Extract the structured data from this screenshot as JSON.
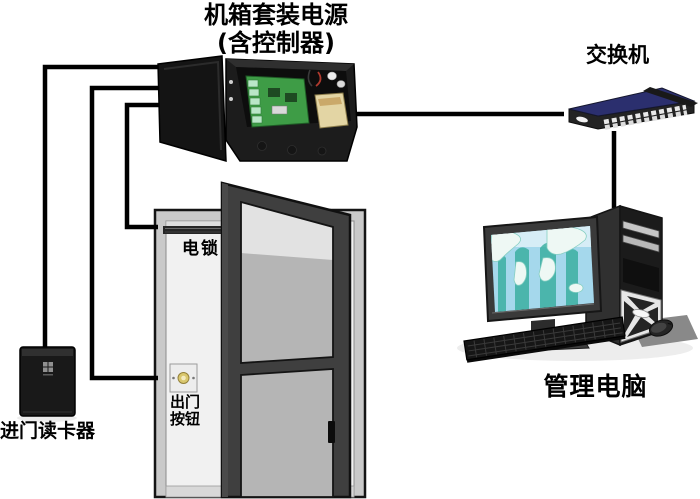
{
  "labels": {
    "power_box_line1": "机箱套装电源",
    "power_box_line2": "(含控制器)",
    "switch": "交换机",
    "computer": "管理电脑",
    "card_reader": "进门读卡器",
    "electric_lock": "电锁",
    "exit_button_line1": "出门",
    "exit_button_line2": "按钮"
  },
  "colors": {
    "background": "#ffffff",
    "text": "#000000",
    "wire": "#000000",
    "switch-top": "#2b2f6e",
    "pcb-green": "#3e9c46",
    "device-dark": "#1c1c1c",
    "door-leaf": "#3f3f3f",
    "door-frame": "#c9c9c9",
    "doorway": "#f1f1f1",
    "glass": "#b5b5b5",
    "glass-light": "#e2e2e2",
    "screen-ocean": "#a5d8ec",
    "map-teal": "#35ad9d",
    "transformer": "#e3d5a4",
    "exit-button-amber": "#d9c76e"
  },
  "diagram": {
    "type": "system-topology",
    "nodes": [
      "机箱套装电源(含控制器)",
      "交换机",
      "管理电脑",
      "进门读卡器",
      "电锁",
      "出门按钮"
    ],
    "connections": [
      {
        "from": "机箱套装电源(含控制器)",
        "to": "进门读卡器"
      },
      {
        "from": "机箱套装电源(含控制器)",
        "to": "出门按钮"
      },
      {
        "from": "机箱套装电源(含控制器)",
        "to": "电锁"
      },
      {
        "from": "机箱套装电源(含控制器)",
        "to": "交换机"
      },
      {
        "from": "交换机",
        "to": "管理电脑"
      }
    ]
  }
}
